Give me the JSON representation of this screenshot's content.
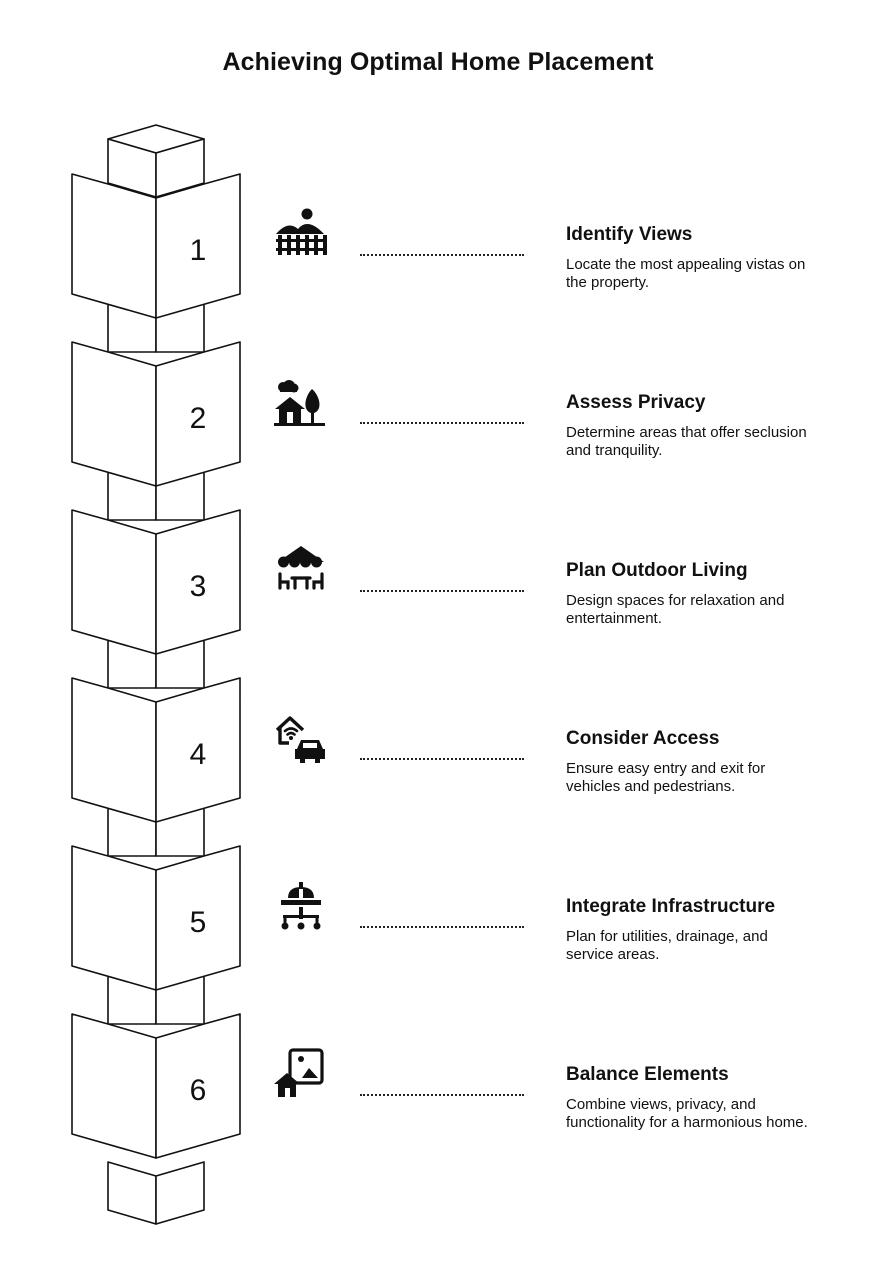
{
  "title": "Achieving Optimal Home Placement",
  "colors": {
    "ink": "#111111",
    "background": "#ffffff"
  },
  "steps": [
    {
      "number": "1",
      "title": "Identify Views",
      "desc": "Locate the most appealing vistas on the property.",
      "icon": "landscape-fence-icon"
    },
    {
      "number": "2",
      "title": "Assess Privacy",
      "desc": "Determine areas that offer seclusion and tranquility.",
      "icon": "house-tree-icon"
    },
    {
      "number": "3",
      "title": "Plan Outdoor Living",
      "desc": "Design spaces for relaxation and entertainment.",
      "icon": "patio-awning-icon"
    },
    {
      "number": "4",
      "title": "Consider Access",
      "desc": "Ensure easy entry and exit for vehicles and pedestrians.",
      "icon": "smart-home-car-icon"
    },
    {
      "number": "5",
      "title": "Integrate Infrastructure",
      "desc": "Plan for utilities, drainage, and service areas.",
      "icon": "utility-network-icon"
    },
    {
      "number": "6",
      "title": "Balance Elements",
      "desc": "Combine views, privacy, and functionality for a harmonious home.",
      "icon": "house-image-icon"
    }
  ]
}
